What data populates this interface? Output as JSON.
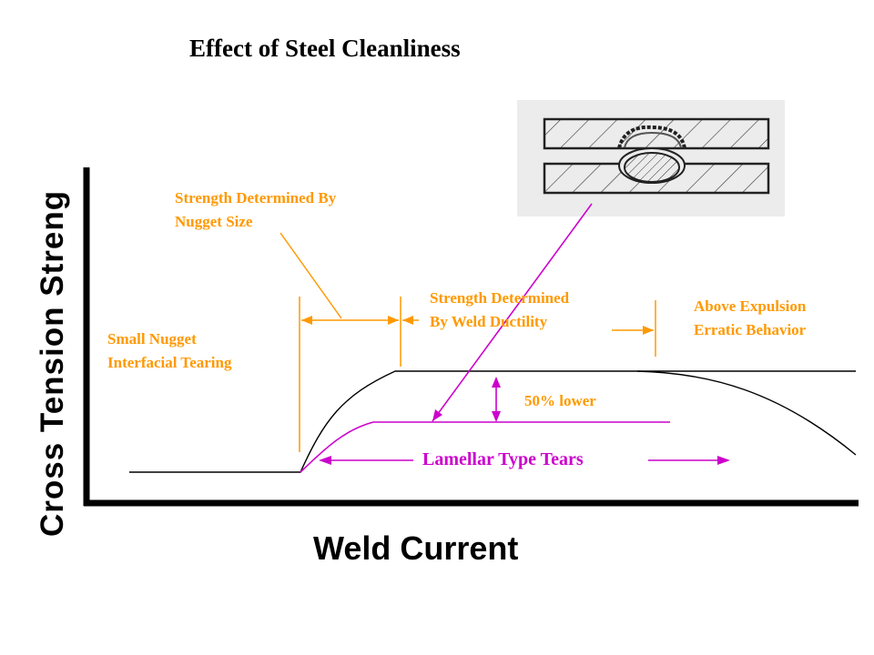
{
  "title": "Effect of Steel Cleanliness",
  "axes": {
    "y_label": "Cross Tension Streng",
    "x_label": "Weld Current"
  },
  "annotations": {
    "nugget_size": [
      "Strength Determined By",
      "Nugget Size"
    ],
    "weld_ductility": [
      "Strength Determined",
      "By Weld Ductility"
    ],
    "expulsion": [
      "Above Expulsion",
      "Erratic Behavior"
    ],
    "small_nugget": [
      "Small Nugget",
      "Interfacial Tearing"
    ],
    "lower": "50% lower",
    "lamellar": "Lamellar Type Tears"
  },
  "colors": {
    "orange": "#ff9900",
    "magenta": "#cc00cc",
    "black": "#000000"
  },
  "inset": {
    "description_icon": "weld-cross-section-sketch"
  }
}
